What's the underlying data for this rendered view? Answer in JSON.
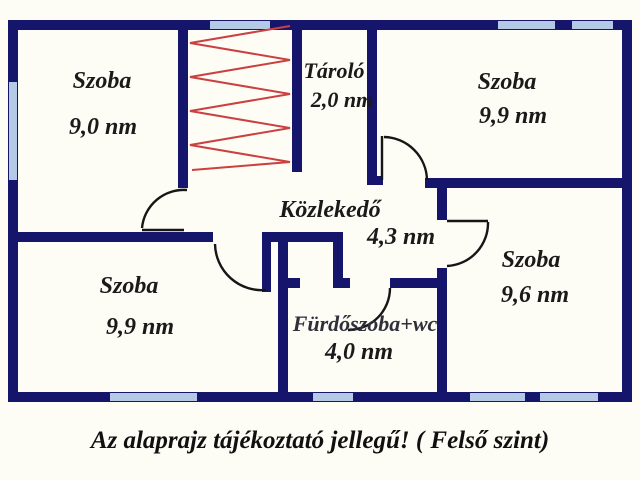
{
  "floorplan": {
    "caption": "Az alaprajz tájékoztató jellegű! ( Felső szint)",
    "colors": {
      "wall": "#15156b",
      "window": "#b4c9e6",
      "stairs": "#cb4040",
      "label": "#1a1a1a",
      "bath-label": "#30303c",
      "bg": "#fdfdf6"
    },
    "rooms": [
      {
        "id": "szoba-top-left",
        "name": "Szoba",
        "area": "9,0 nm"
      },
      {
        "id": "tarolo",
        "name": "Tároló",
        "area": "2,0 nm"
      },
      {
        "id": "szoba-top-right",
        "name": "Szoba",
        "area": "9,9 nm"
      },
      {
        "id": "kozlekedo",
        "name": "Közlekedő",
        "area": "4,3 nm"
      },
      {
        "id": "szoba-bottom-left",
        "name": "Szoba",
        "area": "9,9 nm"
      },
      {
        "id": "furdoszoba",
        "name": "Fürdőszoba+wc",
        "area": "4,0 nm"
      },
      {
        "id": "szoba-right",
        "name": "Szoba",
        "area": "9,6 nm"
      }
    ]
  }
}
